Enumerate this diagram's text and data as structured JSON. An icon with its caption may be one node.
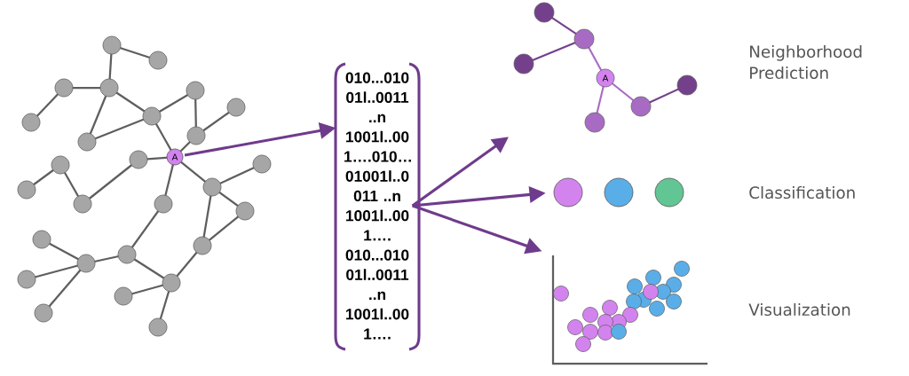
{
  "diagram": {
    "nodes": [
      {
        "text": [
          "A"
        ]
      },
      {
        "text": [
          "010...010 01l..0011 ..n 1001l..00 1….010… 01001l..0 011 ..n 1001l..00 1…. 010...010 01l..0011 ..n 1001l..00 1…."
        ]
      },
      {
        "text": [],
        "shape": "picture"
      },
      {
        "text": [],
        "shape": "picture"
      },
      {
        "text": [],
        "shape": "picture"
      }
    ],
    "edges": [
      {
        "from": 0,
        "to": 1,
        "arrow": "to"
      },
      {
        "from": 1,
        "to": 2,
        "arrow": "to"
      },
      {
        "from": 1,
        "to": 3,
        "arrow": "to"
      },
      {
        "from": 1,
        "to": 4,
        "arrow": "to"
      }
    ],
    "labels": [
      "A",
      "Neighborhood Prediction",
      "Classification",
      "Visualization"
    ]
  }
}
